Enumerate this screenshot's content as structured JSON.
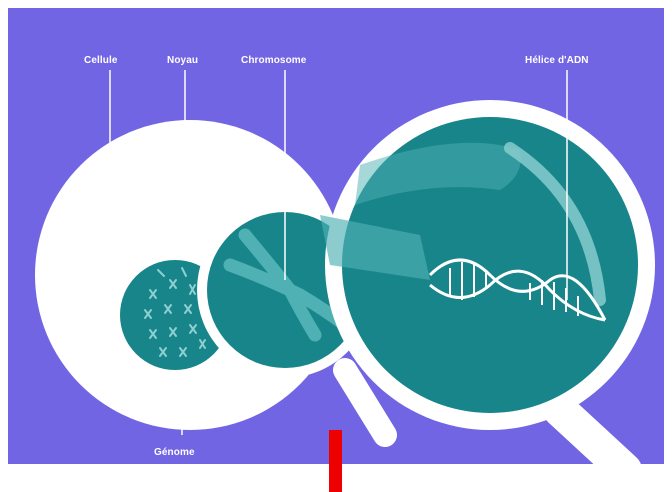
{
  "labels": {
    "cellule": "Cellule",
    "noyau": "Noyau",
    "chromosome": "Chromosome",
    "helice": "Hélice d'ADN",
    "genome": "Génome"
  },
  "colors": {
    "background": "#7165e3",
    "cell": "#ffffff",
    "teal": "#17858a",
    "teal_light": "#4fb1b3",
    "highlight": "#8ecfd1",
    "marker": "#ee0000"
  }
}
